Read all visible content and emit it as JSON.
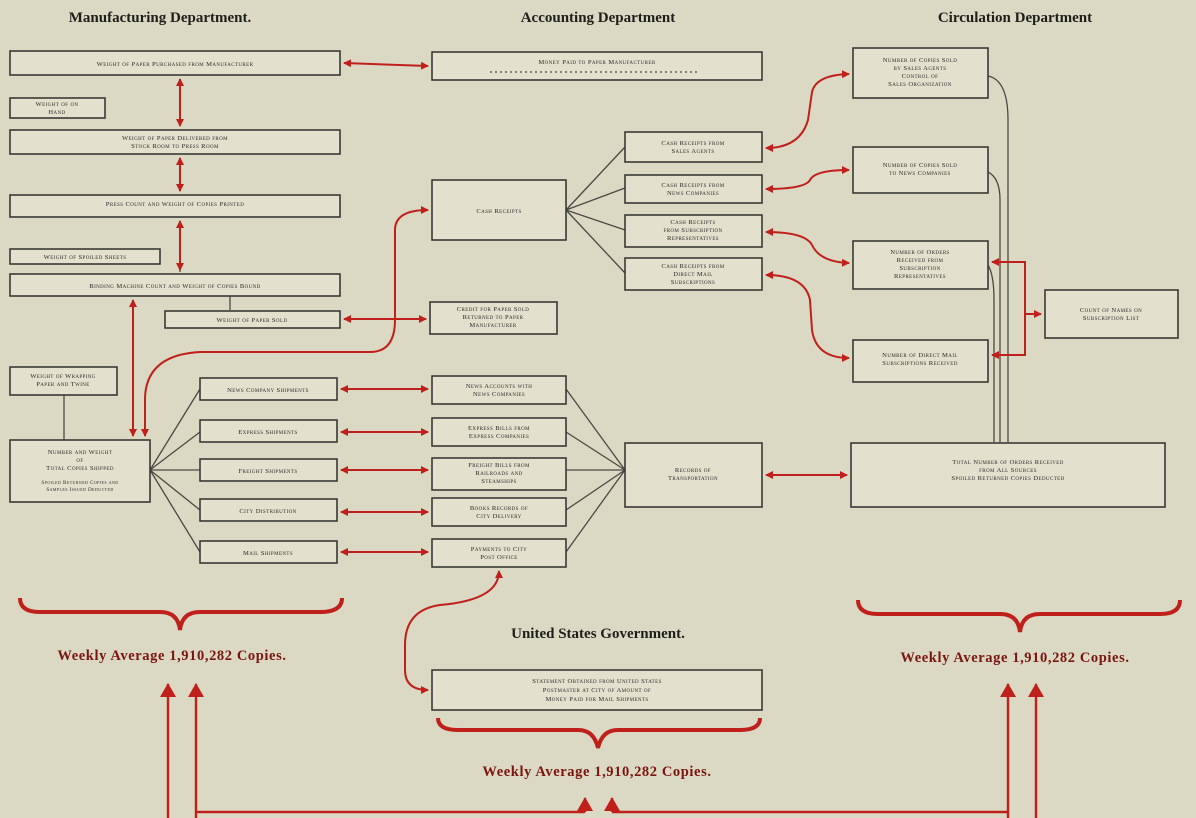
{
  "headers": {
    "manufacturing": "Manufacturing Department.",
    "accounting": "Accounting Department",
    "circulation": "Circulation Department",
    "government": "United States Government."
  },
  "averages": {
    "manufacturing": "Weekly Average 1,910,282 Copies.",
    "circulation": "Weekly Average 1,910,282 Copies.",
    "government": "Weekly Average 1,910,282 Copies."
  },
  "boxes": {
    "weight_purchased": [
      "Weight of Paper Purchased from Manufacturer"
    ],
    "money_paid": [
      "Money Paid to Paper Manufacturer"
    ],
    "weight_on_hand": [
      "Weight of on",
      "Hand"
    ],
    "weight_delivered": [
      "Weight of Paper Delivered from",
      "Stock Room to Press Room"
    ],
    "press_count": [
      "Press Count and Weight of Copies Printed"
    ],
    "weight_spoiled": [
      "Weight of Spoiled Sheets"
    ],
    "binding_count": [
      "Binding Machine Count and Weight of Copies Bound"
    ],
    "weight_returned": [
      "Weight of Paper Sold"
    ],
    "credit_returns": [
      "Credit for Paper Sold",
      "Returned to Paper",
      "Manufacturer"
    ],
    "cash_receipts": [
      "Cash Receipts"
    ],
    "cash_sales_agents": [
      "Cash Receipts from",
      "Sales Agents"
    ],
    "cash_news_companies": [
      "Cash Receipts from",
      "News Companies"
    ],
    "cash_subscription_reps": [
      "Cash Receipts",
      "from Subscription",
      "Representatives"
    ],
    "cash_direct": [
      "Cash Receipts from",
      "Direct Mail",
      "Subscriptions"
    ],
    "wrapping_paper": [
      "Weight of Wrapping",
      "Paper and Twine"
    ],
    "news_company_shipments": [
      "News Company Shipments"
    ],
    "news_accounts": [
      "News Accounts with",
      "News Companies"
    ],
    "express_shipments": [
      "Express Shipments"
    ],
    "express_bills": [
      "Express Bills from",
      "Express Companies"
    ],
    "freight_shipments": [
      "Freight Shipments"
    ],
    "freight_bills": [
      "Freight Bills from",
      "Railroads and",
      "Steamships"
    ],
    "city_distribution": [
      "City Distribution"
    ],
    "city_records": [
      "Books Records of",
      "City Delivery"
    ],
    "mail_shipments": [
      "Mail Shipments"
    ],
    "city_payments": [
      "Payments to City",
      "Post Office"
    ],
    "total_shipped": [
      "Number and Weight",
      "of",
      "Total Copies Shipped",
      "Spoiled Returned Copies and",
      "Samples Issued Deducted"
    ],
    "records_transportation": [
      "Records of",
      "Transportation"
    ],
    "total_orders": [
      "Total Number of Orders Received",
      "from All Sources",
      "",
      "Spoiled Returned Copies Deducted"
    ],
    "copies_sold_agents": [
      "Number of Copies Sold",
      "by Sales Agents",
      "Control of",
      "Sales Organization"
    ],
    "copies_sold_news": [
      "Number of Copies Sold",
      "to News Companies"
    ],
    "orders_subscription": [
      "Number of Orders",
      "Received from",
      "Subscription",
      "Representatives"
    ],
    "orders_direct": [
      "Number of Direct Mail",
      "Subscriptions Received"
    ],
    "count_subscription_list": [
      "Count of Names on",
      "Subscription List"
    ],
    "govt_statement": [
      "Statement Obtained from United States",
      "Postmaster at City of Amount of",
      "Money Paid for Mail Shipments"
    ]
  }
}
